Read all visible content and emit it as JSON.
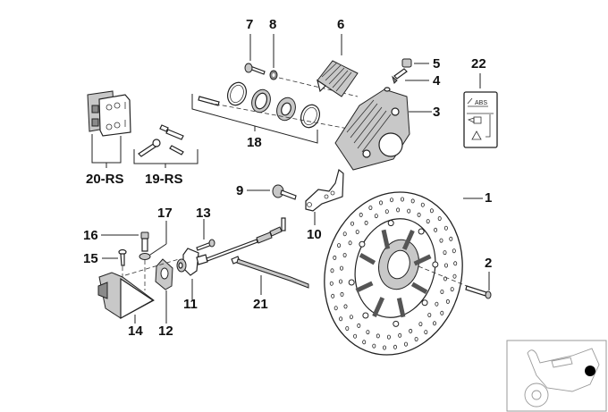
{
  "diagram": {
    "type": "exploded-parts-diagram",
    "subject": "Rear brake disc, caliper and ABS sensor assembly",
    "callouts": [
      {
        "id": "1",
        "label": "1",
        "part": "brake-disc"
      },
      {
        "id": "2",
        "label": "2",
        "part": "disc-bolt"
      },
      {
        "id": "3",
        "label": "3",
        "part": "brake-caliper"
      },
      {
        "id": "4",
        "label": "4",
        "part": "bleeder-valve"
      },
      {
        "id": "5",
        "label": "5",
        "part": "bleeder-cap"
      },
      {
        "id": "6",
        "label": "6",
        "part": "caliper-cover"
      },
      {
        "id": "7",
        "label": "7",
        "part": "caliper-bolt"
      },
      {
        "id": "8",
        "label": "8",
        "part": "washer"
      },
      {
        "id": "9",
        "label": "9",
        "part": "mounting-bolt"
      },
      {
        "id": "10",
        "label": "10",
        "part": "holder-bracket"
      },
      {
        "id": "11",
        "label": "11",
        "part": "abs-sensor"
      },
      {
        "id": "12",
        "label": "12",
        "part": "sensor-gasket"
      },
      {
        "id": "13",
        "label": "13",
        "part": "sensor-screw"
      },
      {
        "id": "14",
        "label": "14",
        "part": "sensor-bracket"
      },
      {
        "id": "15",
        "label": "15",
        "part": "countersunk-screw"
      },
      {
        "id": "16",
        "label": "16",
        "part": "cap-screw"
      },
      {
        "id": "17",
        "label": "17",
        "part": "spacer-washer"
      },
      {
        "id": "18",
        "label": "18",
        "part": "piston-seal-repair-kit"
      },
      {
        "id": "19",
        "label": "19-RS",
        "part": "pad-pin-repair-kit"
      },
      {
        "id": "20",
        "label": "20-RS",
        "part": "brake-pad-set"
      },
      {
        "id": "21",
        "label": "21",
        "part": "cable-tie"
      },
      {
        "id": "22",
        "label": "22",
        "part": "abs-warning-label"
      }
    ],
    "abs_label_text": "ABS",
    "locator": {
      "name": "motorcycle-locator-thumbnail",
      "marker_color": "#000000"
    }
  }
}
